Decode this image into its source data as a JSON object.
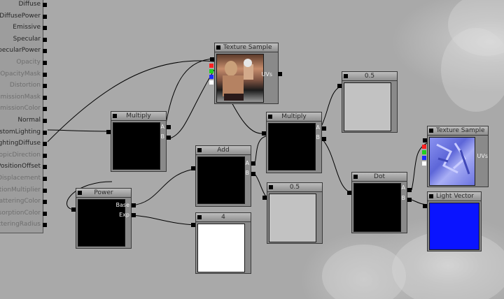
{
  "editor": {
    "root_inputs": [
      {
        "label": "Diffuse",
        "active": true
      },
      {
        "label": "DiffusePower",
        "active": true
      },
      {
        "label": "Emissive",
        "active": true
      },
      {
        "label": "Specular",
        "active": true
      },
      {
        "label": "SpecularPower",
        "active": true
      },
      {
        "label": "Opacity",
        "active": false
      },
      {
        "label": "OpacityMask",
        "active": false
      },
      {
        "label": "Distortion",
        "active": false
      },
      {
        "label": "TransmissionMask",
        "active": false
      },
      {
        "label": "TransmissionColor",
        "active": false
      },
      {
        "label": "Normal",
        "active": true
      },
      {
        "label": "CustomLighting",
        "active": true
      },
      {
        "label": "CustomLightingDiffuse",
        "active": true
      },
      {
        "label": "AnisotropicDirection",
        "active": false
      },
      {
        "label": "WorldPositionOffset",
        "active": true
      },
      {
        "label": "Displacement",
        "active": false
      },
      {
        "label": "TessellationMultiplier",
        "active": false
      },
      {
        "label": "SubsurfaceInscatteringColor",
        "active": false
      },
      {
        "label": "SubsurfaceAbsorptionColor",
        "active": false
      },
      {
        "label": "SubsurfaceScatteringRadius",
        "active": false
      }
    ],
    "nodes": {
      "texture_sample_1": {
        "title": "Texture Sample",
        "output": "UVs"
      },
      "multiply_1": {
        "title": "Multiply",
        "in_a": "A",
        "in_b": "B"
      },
      "multiply_2": {
        "title": "Multiply",
        "in_a": "A",
        "in_b": "B"
      },
      "constant_05_a": {
        "title": "0.5"
      },
      "add": {
        "title": "Add",
        "in_a": "A",
        "in_b": "B"
      },
      "constant_05_b": {
        "title": "0.5"
      },
      "power": {
        "title": "Power",
        "in_base": "Base",
        "in_exp": "Exp"
      },
      "constant_4": {
        "title": "4"
      },
      "dot": {
        "title": "Dot",
        "in_a": "A",
        "in_b": "B"
      },
      "texture_sample_2": {
        "title": "Texture Sample",
        "output": "UVs"
      },
      "light_vector": {
        "title": "Light Vector"
      }
    },
    "colors": {
      "canvas": "#a9a9a9",
      "light_vector_preview": "#0a14ff",
      "constant_05_preview": "#c2c2c2",
      "constant_4_preview": "#ffffff",
      "normal_map_preview": "#6e77e8"
    }
  }
}
